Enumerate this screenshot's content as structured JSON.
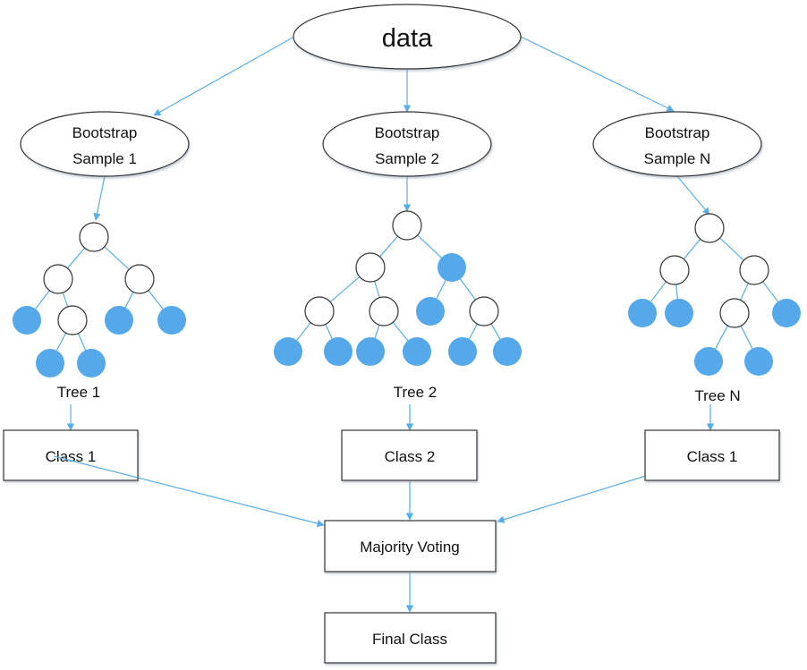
{
  "diagram": {
    "title": "Random Forest",
    "colors": {
      "edge": "#5aaee6",
      "leaf_fill": "#55a8ea",
      "outline": "#333333"
    },
    "root": {
      "label": "data"
    },
    "samples": [
      {
        "line1": "Bootstrap",
        "line2": "Sample 1"
      },
      {
        "line1": "Bootstrap",
        "line2": "Sample 2"
      },
      {
        "line1": "Bootstrap",
        "line2": "Sample N"
      }
    ],
    "trees": [
      {
        "label": "Tree 1"
      },
      {
        "label": "Tree 2"
      },
      {
        "label": "Tree N"
      }
    ],
    "classes": [
      {
        "label": "Class 1"
      },
      {
        "label": "Class 2"
      },
      {
        "label": "Class 1"
      }
    ],
    "voting": {
      "label": "Majority Voting"
    },
    "final": {
      "label": "Final Class"
    }
  }
}
